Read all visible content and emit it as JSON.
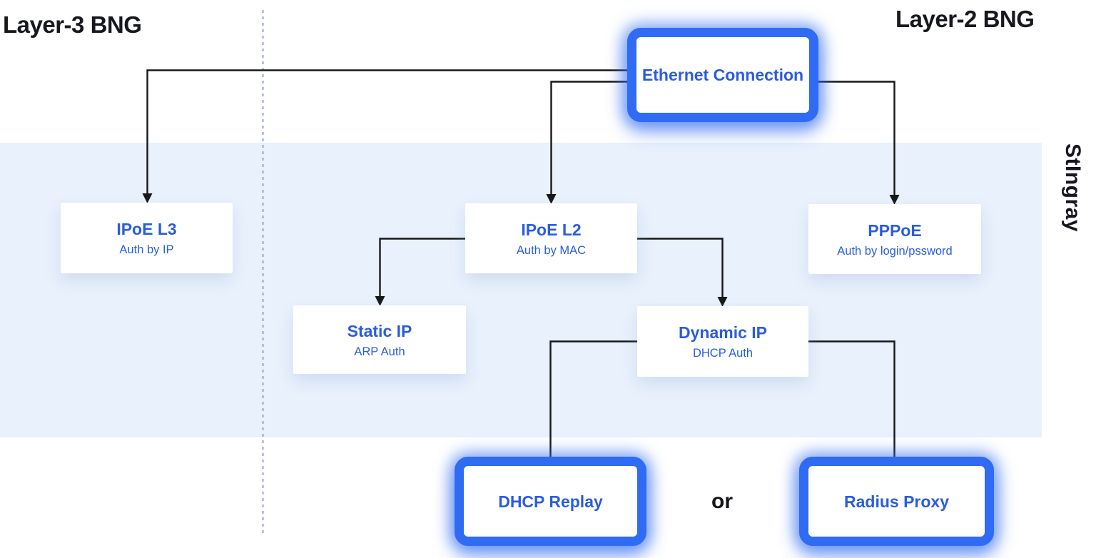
{
  "header": {
    "layer3_label": "Layer-3 BNG",
    "layer2_label": "Layer-2 BNG"
  },
  "side_label": "StIngray",
  "or_label": "or",
  "nodes": {
    "ethernet": {
      "title": "Ethernet Connection"
    },
    "ipoe_l3": {
      "title": "IPoE L3",
      "subtitle": "Auth by IP"
    },
    "ipoe_l2": {
      "title": "IPoE L2",
      "subtitle": "Auth by MAC"
    },
    "pppoe": {
      "title": "PPPoE",
      "subtitle": "Auth by login/pssword"
    },
    "static_ip": {
      "title": "Static IP",
      "subtitle": "ARP Auth"
    },
    "dynamic_ip": {
      "title": "Dynamic IP",
      "subtitle": "DHCP Auth"
    },
    "dhcp_replay": {
      "title": "DHCP Replay"
    },
    "radius_proxy": {
      "title": "Radius Proxy"
    }
  },
  "colors": {
    "accent_blue": "#2f6bf3",
    "node_text_blue": "#2a5ce0",
    "band_background": "#e9f1fc",
    "connector_black": "#17181a",
    "divider_dotted": "#96a5c0",
    "heading_text": "#16181d"
  }
}
